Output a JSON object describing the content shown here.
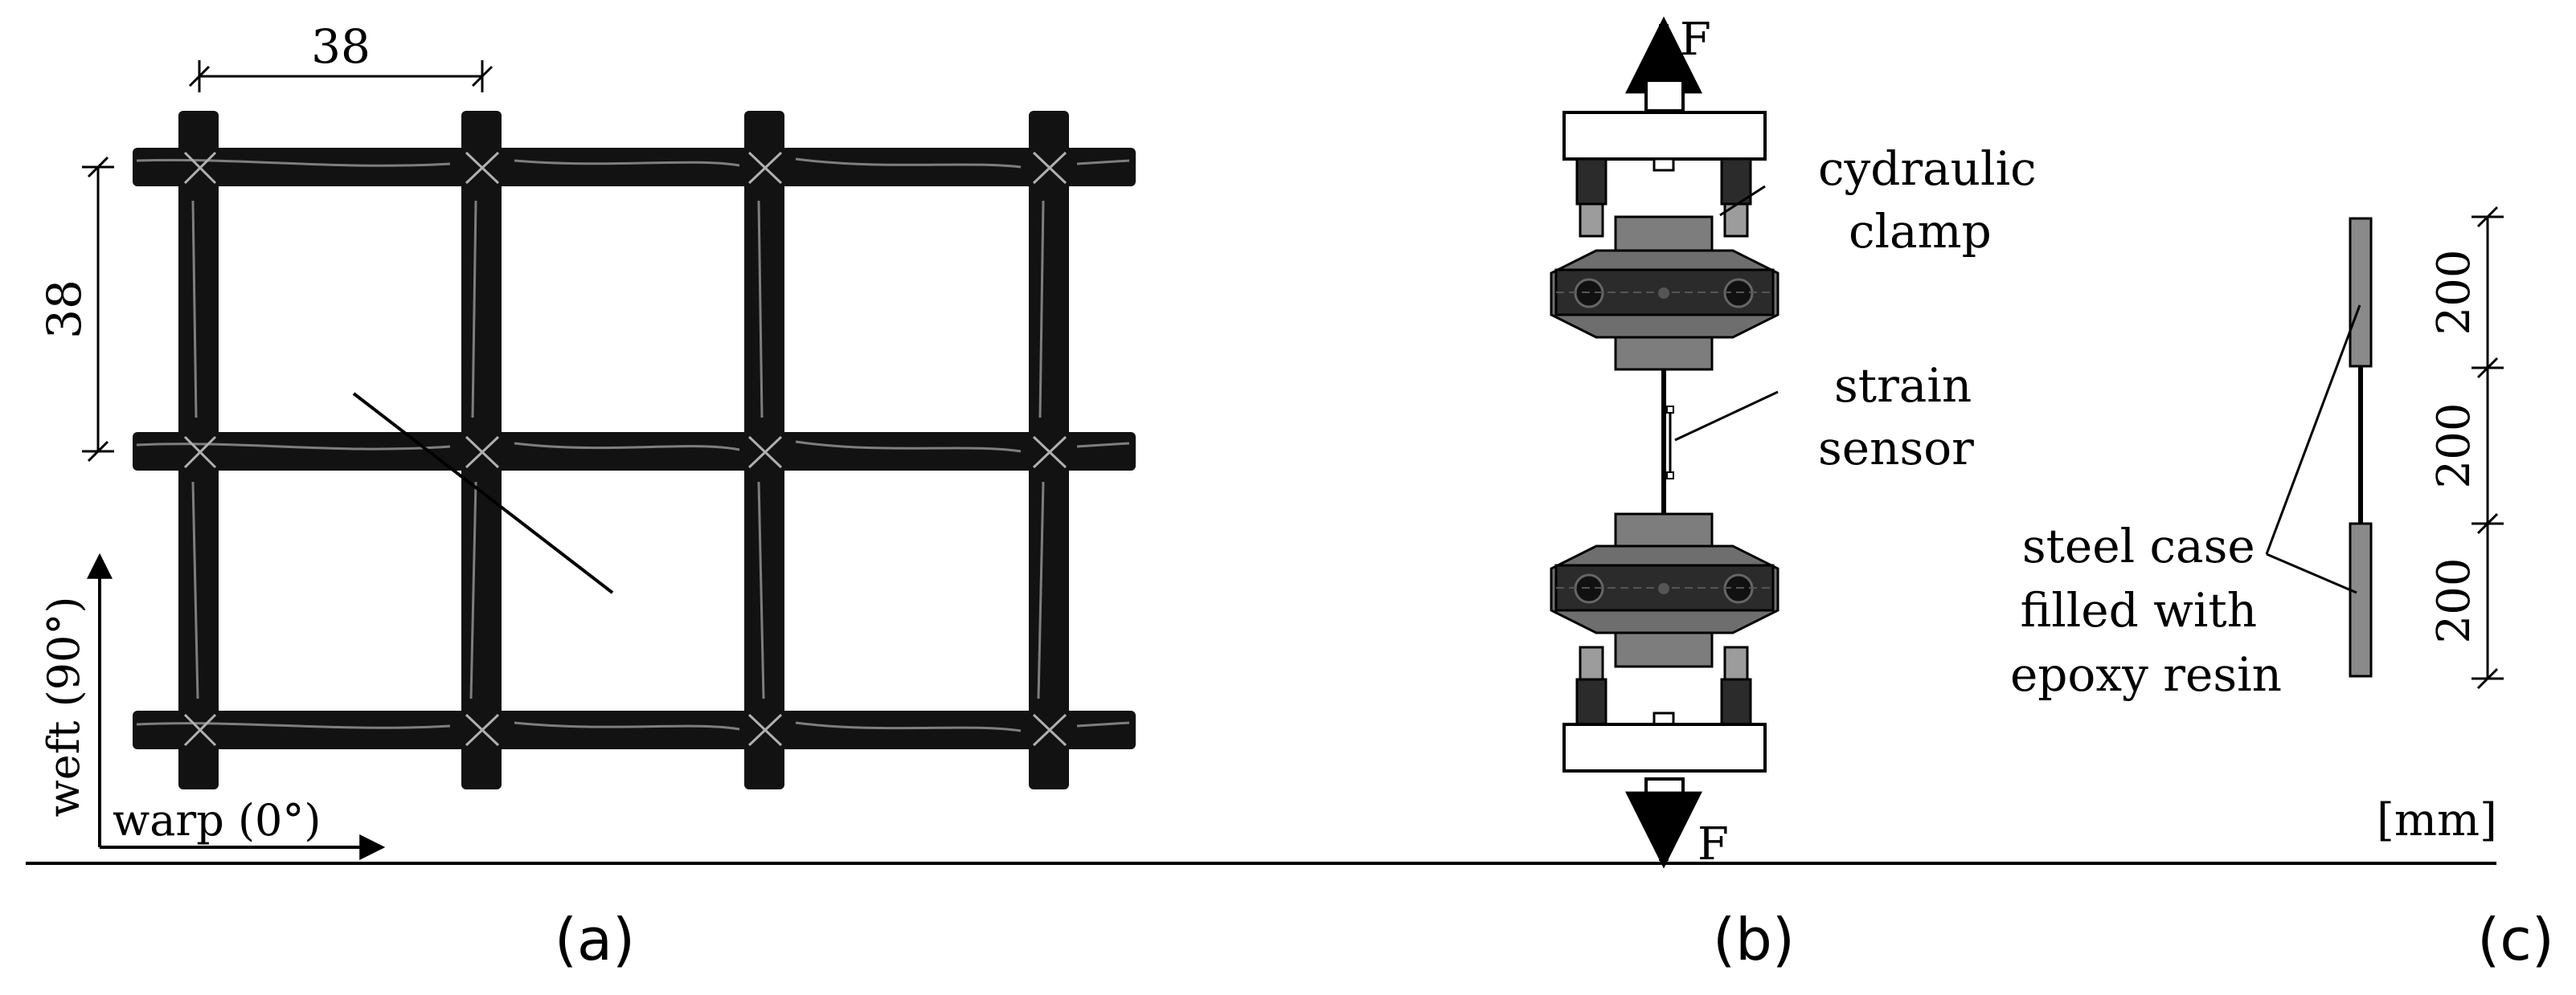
{
  "panel_a": {
    "dim_horizontal": "38",
    "dim_vertical": "38",
    "axis_weft": "weft (90°)",
    "axis_warp": "warp (0°)",
    "caption": "(a)"
  },
  "panel_b": {
    "force_top": "F",
    "force_bottom": "F",
    "label_clamp_line1": "cydraulic",
    "label_clamp_line2": "clamp",
    "label_sensor_line1": "strain",
    "label_sensor_line2": "sensor",
    "caption": "(b)"
  },
  "panel_c": {
    "label_case_line1": "steel case",
    "label_case_line2": "filled with",
    "label_case_line3": "epoxy resin",
    "dim_top": "200",
    "dim_middle": "200",
    "dim_bottom": "200",
    "unit": "[mm]",
    "caption": "(c)"
  },
  "colors": {
    "strand": "#121212",
    "clamp_dark": "#2b2b2b",
    "clamp_mid": "#7d7d7d",
    "steel_case": "#8a8a8a",
    "line": "#000000"
  }
}
